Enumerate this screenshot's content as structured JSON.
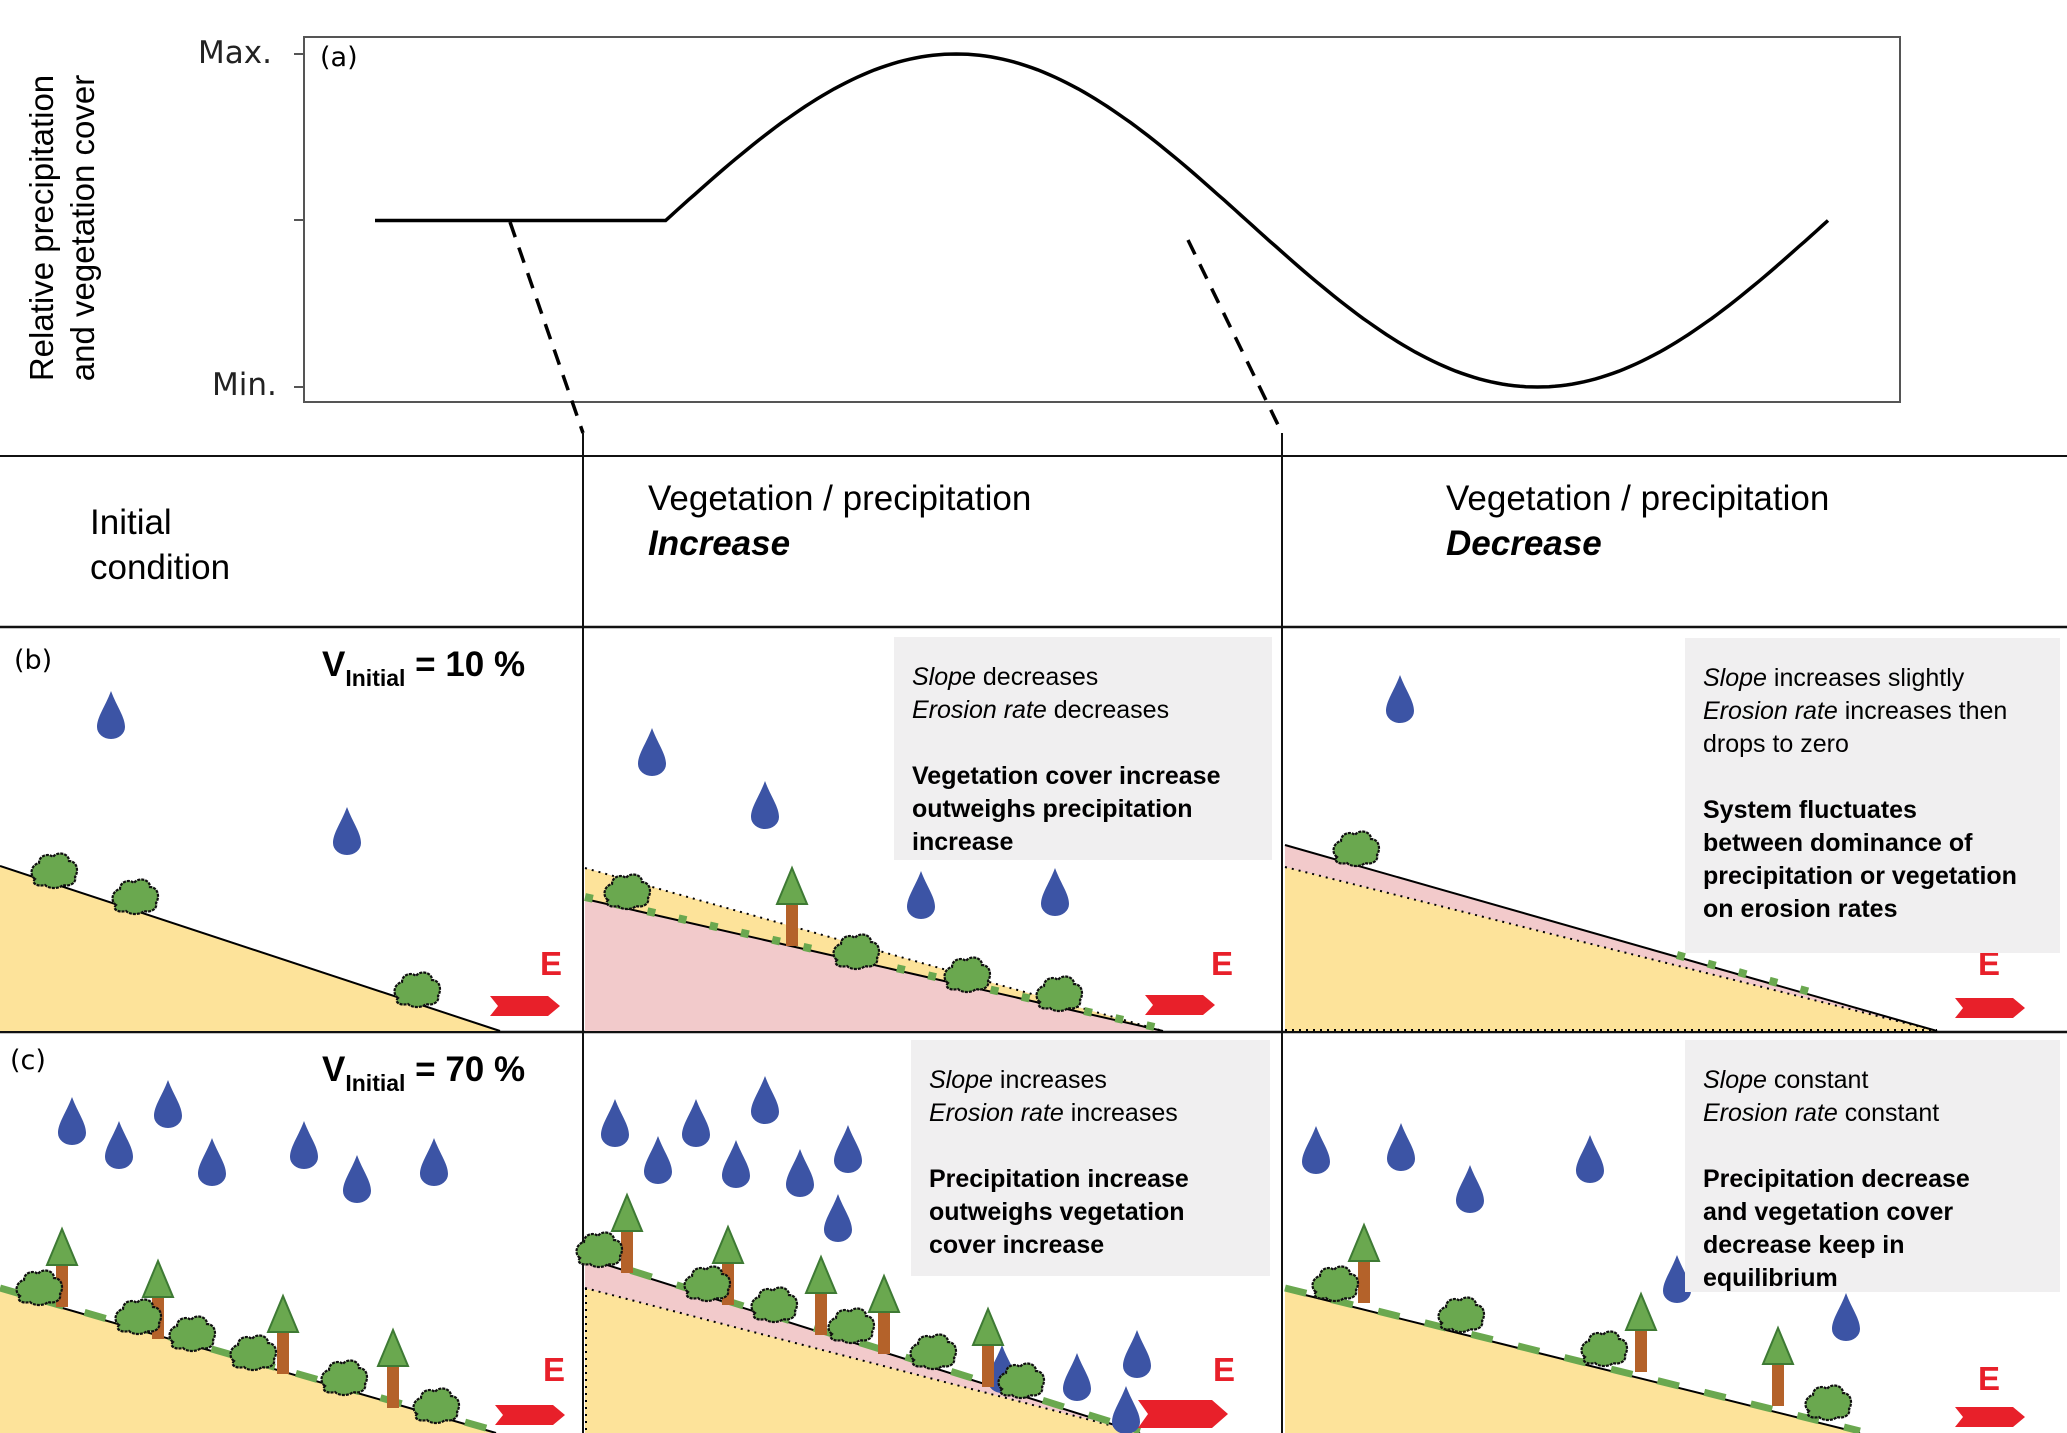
{
  "figure": {
    "y_axis_label": [
      "Relative precipitation",
      "and vegetation cover"
    ],
    "panel_a_label": "(a)",
    "y_ticks": {
      "max": "Max.",
      "min": "Min."
    }
  },
  "chart_data": {
    "type": "line",
    "title": "",
    "xlabel": "",
    "ylabel": "Relative precipitation and vegetation cover",
    "y_tick_labels": [
      "Min.",
      "",
      "Max."
    ],
    "ylim": [
      -1,
      1
    ],
    "grid": false,
    "series": [
      {
        "name": "relative precipitation and vegetation cover",
        "description": "flat at mid level, then one full sine cycle: rises to max, falls through mid to min, rises back to mid",
        "x": [
          0,
          1,
          1.5,
          2,
          2.5,
          3,
          3.5,
          4,
          4.5,
          5
        ],
        "values": [
          0,
          0,
          0.71,
          1,
          0.71,
          0,
          -0.71,
          -1,
          -0.71,
          0
        ]
      }
    ],
    "annotations": [
      {
        "type": "dashed-link",
        "from_x": 1,
        "to": "column-increase"
      },
      {
        "type": "dashed-link",
        "from_x": 3.1,
        "to": "column-decrease"
      }
    ]
  },
  "columns": {
    "initial": {
      "line1": "Initial",
      "line2": "condition"
    },
    "increase": {
      "line1": "Vegetation / precipitation",
      "line2": "Increase"
    },
    "decrease": {
      "line1": "Vegetation / precipitation",
      "line2": "Decrease"
    }
  },
  "rows": [
    {
      "label": "(b)",
      "v_initial": {
        "prefix": "V",
        "sub": "Initial",
        "value": "= 10 %"
      },
      "erosion_label": "E",
      "increase_box": {
        "slope_term": "Slope",
        "slope_text": " decreases",
        "erosion_term": "Erosion rate",
        "erosion_text": " decreases",
        "conclusion": [
          "Vegetation cover increase",
          "outweighs precipitation",
          "increase"
        ]
      },
      "decrease_box": {
        "slope_term": "Slope",
        "slope_text": " increases slightly",
        "erosion_term": "Erosion rate",
        "erosion_text": " increases then",
        "erosion_text2": "drops to zero",
        "conclusion": [
          "System fluctuates",
          "between dominance of",
          "precipitation or vegetation",
          "on erosion rates"
        ]
      }
    },
    {
      "label": "(c)",
      "v_initial": {
        "prefix": "V",
        "sub": "Initial",
        "value": "= 70 %"
      },
      "erosion_label": "E",
      "increase_box": {
        "slope_term": "Slope",
        "slope_text": " increases",
        "erosion_term": "Erosion rate",
        "erosion_text": " increases",
        "conclusion": [
          "Precipitation increase",
          "outweighs vegetation",
          "cover increase"
        ]
      },
      "decrease_box": {
        "slope_term": "Slope",
        "slope_text": " constant",
        "erosion_term": "Erosion rate",
        "erosion_text": " constant",
        "conclusion": [
          "Precipitation decrease",
          "and vegetation cover",
          "decrease keep in",
          "equilibrium"
        ]
      }
    }
  ],
  "colors": {
    "soil_yellow": "#fde39a",
    "eroded_pink": "#f2cacb",
    "rain_blue": "#3c54a5",
    "vegetation_green": "#6aa84f",
    "tree_trunk": "#b4622a",
    "erosion_red": "#e8202a",
    "box_gray": "#f0eff0"
  }
}
